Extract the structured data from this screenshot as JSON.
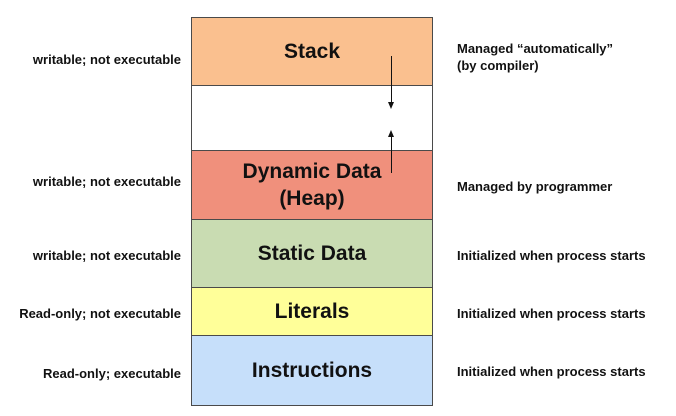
{
  "regions": {
    "stack": {
      "label": "Stack",
      "color": "#fac08f"
    },
    "gap": {
      "label": "",
      "color": "#ffffff"
    },
    "heap": {
      "line1": "Dynamic Data",
      "line2": "(Heap)",
      "color": "#f0907c"
    },
    "static": {
      "label": "Static Data",
      "color": "#c9dcb2"
    },
    "literals": {
      "label": "Literals",
      "color": "#ffff99"
    },
    "instructions": {
      "label": "Instructions",
      "color": "#c6dffa"
    }
  },
  "permissions": {
    "stack": "writable; not executable",
    "heap": "writable; not executable",
    "static": "writable; not executable",
    "literals": "Read-only; not executable",
    "instructions": "Read-only; executable"
  },
  "management": {
    "stack_line1": "Managed “automatically”",
    "stack_line2": "(by compiler)",
    "heap": "Managed by programmer",
    "static": "Initialized when process starts",
    "literals": "Initialized when process starts",
    "instructions": "Initialized when process starts"
  }
}
